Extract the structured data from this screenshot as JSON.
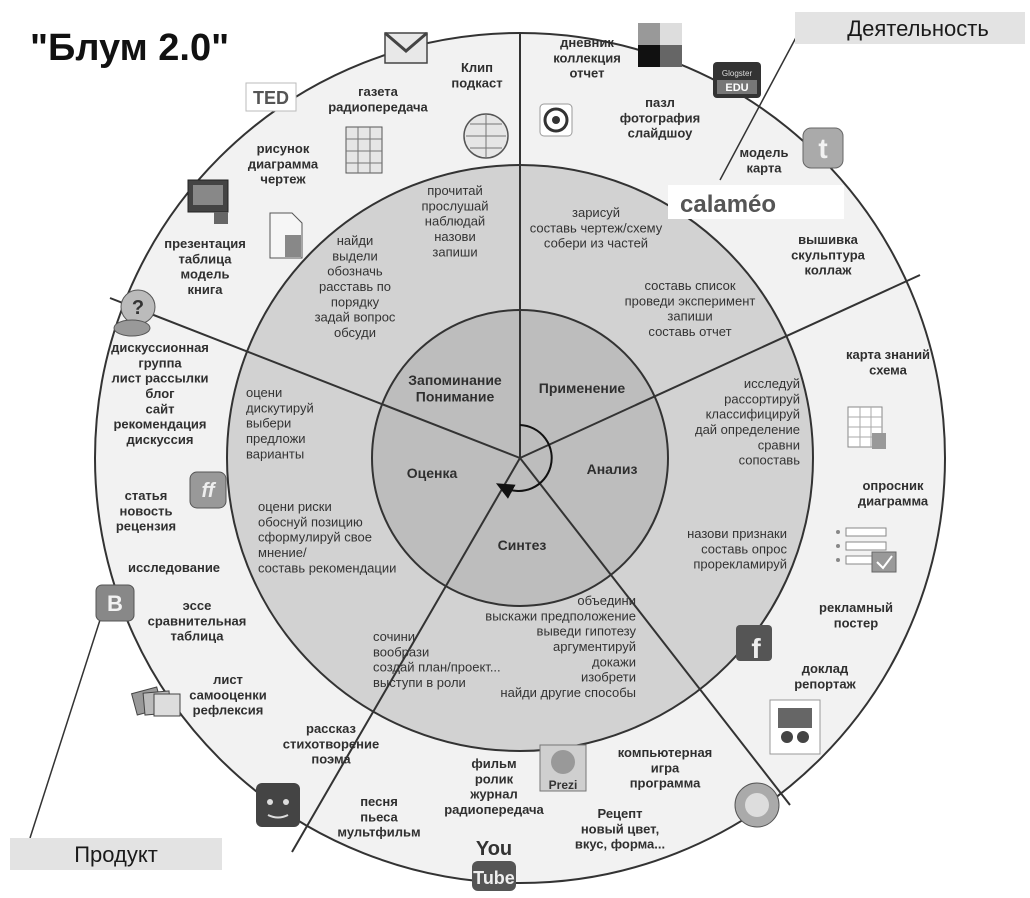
{
  "title": "\"Блум 2.0\"",
  "callouts": {
    "activity": "Деятельность",
    "product": "Продукт"
  },
  "core": {
    "remember": [
      "Запоминание",
      "Понимание"
    ],
    "apply": "Применение",
    "analyze": "Анализ",
    "synthesize": "Синтез",
    "evaluate": "Оценка"
  },
  "middle": {
    "remember_a": [
      "прочитай",
      "прослушай",
      "наблюдай",
      "назови",
      "запиши"
    ],
    "remember_b": [
      "найди",
      "выдели",
      "обозначь",
      "расставь по",
      "порядку",
      "задай вопрос",
      "обсуди"
    ],
    "apply_a": [
      "зарисуй",
      "составь чертеж/схему",
      "собери из частей"
    ],
    "apply_b": [
      "составь список",
      "проведи эксперимент",
      "запиши",
      "составь отчет"
    ],
    "analyze_a": [
      "исследуй",
      "рассортируй",
      "классифицируй",
      "дай определение",
      "сравни",
      "сопоставь"
    ],
    "analyze_b": [
      "назови признаки",
      "составь опрос",
      "прорекламируй"
    ],
    "synth_a": [
      "объедини",
      "выскажи предположение",
      "выведи гипотезу",
      "аргументируй",
      "докажи",
      "изобрети",
      "найди другие способы"
    ],
    "synth_b": [
      "сочини",
      "вообрази",
      "создай план/проект...",
      "выступи в роли"
    ],
    "eval_a": [
      "оцени",
      "дискутируй",
      "выбери",
      "предложи",
      "варианты"
    ],
    "eval_b": [
      "оцени риски",
      "обоснуй позицию",
      "сформулируй свое",
      "мнение/",
      "составь рекомендации"
    ]
  },
  "outer": {
    "o1": [
      "Клип",
      "подкаст"
    ],
    "o2": [
      "газета",
      "радиопередача"
    ],
    "o3": [
      "рисунок",
      "диаграмма",
      "чертеж"
    ],
    "o4": [
      "презентация",
      "таблица",
      "модель",
      "книга"
    ],
    "o5": [
      "дневник",
      "коллекция",
      "отчет"
    ],
    "o6": [
      "пазл",
      "фотография",
      "слайдшоу"
    ],
    "o7": [
      "модель",
      "карта"
    ],
    "o8": [
      "вышивка",
      "скульптура",
      "коллаж"
    ],
    "o9": [
      "карта знаний",
      "схема"
    ],
    "o10": [
      "опросник",
      "диаграмма"
    ],
    "o11": [
      "рекламный",
      "постер"
    ],
    "o12": [
      "доклад",
      "репортаж"
    ],
    "o13": [
      "компьютерная",
      "игра",
      "программа"
    ],
    "o14": [
      "Рецепт",
      "новый цвет,",
      "вкус, форма..."
    ],
    "o15": [
      "фильм",
      "ролик",
      "журнал",
      "радиопередача"
    ],
    "o16": [
      "песня",
      "пьеса",
      "мультфильм"
    ],
    "o17": [
      "рассказ",
      "стихотворение",
      "поэма"
    ],
    "o18": [
      "лист",
      "самооценки",
      "рефлексия"
    ],
    "o19": [
      "эссе",
      "сравнительная",
      "таблица"
    ],
    "o20": [
      "исследование"
    ],
    "o21": [
      "статья",
      "новость",
      "рецензия"
    ],
    "o22": [
      "дискуссионная",
      "группа",
      "лист рассылки",
      "блог",
      "сайт",
      "рекомендация",
      "дискуссия"
    ]
  },
  "logos": {
    "ted": "TED",
    "glogster": [
      "Glogster",
      "EDU"
    ],
    "calameo": "calaméo",
    "ff": "ff",
    "facebook": "f",
    "prezi": "Prezi",
    "youtube": [
      "You",
      "Tube"
    ],
    "blogger": "B",
    "twitter": "t"
  },
  "colors": {
    "outer_ring": "#f2f2f2",
    "middle_ring": "#d2d2d2",
    "inner_disc": "#bdbdbd",
    "lines": "#333333"
  }
}
